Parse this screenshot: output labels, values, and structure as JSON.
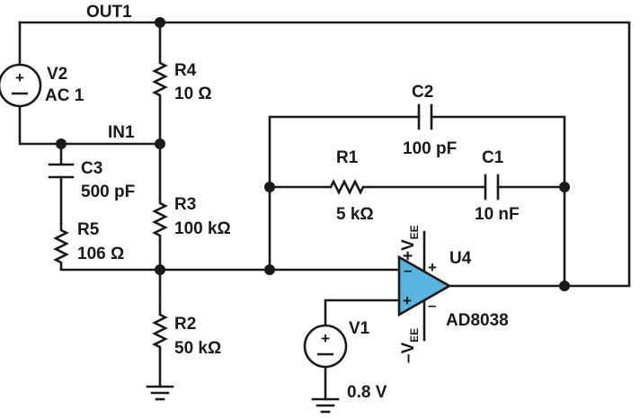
{
  "colors": {
    "wire": "#1a1a1a",
    "opamp_fill": "#5ab4e0",
    "background": "#ffffff"
  },
  "nets": {
    "out": "OUT1",
    "in": "IN1"
  },
  "components": {
    "V2": {
      "ref": "V2",
      "value": "AC 1"
    },
    "R4": {
      "ref": "R4",
      "value": "10 Ω"
    },
    "C3": {
      "ref": "C3",
      "value": "500 pF"
    },
    "R3": {
      "ref": "R3",
      "value": "100 kΩ"
    },
    "R5": {
      "ref": "R5",
      "value": "106 Ω"
    },
    "R2": {
      "ref": "R2",
      "value": "50 kΩ"
    },
    "C2": {
      "ref": "C2",
      "value": "100 pF"
    },
    "R1": {
      "ref": "R1",
      "value": "5 kΩ"
    },
    "C1": {
      "ref": "C1",
      "value": "10 nF"
    },
    "U4": {
      "ref": "U4",
      "part": "AD8038"
    },
    "V1": {
      "ref": "V1",
      "value": "0.8 V"
    }
  },
  "supply": {
    "pos_prefix": "+V",
    "neg_prefix": "–V",
    "subscript": "EE",
    "plus_sign": "+",
    "minus_sign": "–"
  },
  "opamp_pins": {
    "inverting": "–",
    "noninverting": "+"
  },
  "source_symbol": {
    "plus": "+",
    "minus": "–"
  }
}
